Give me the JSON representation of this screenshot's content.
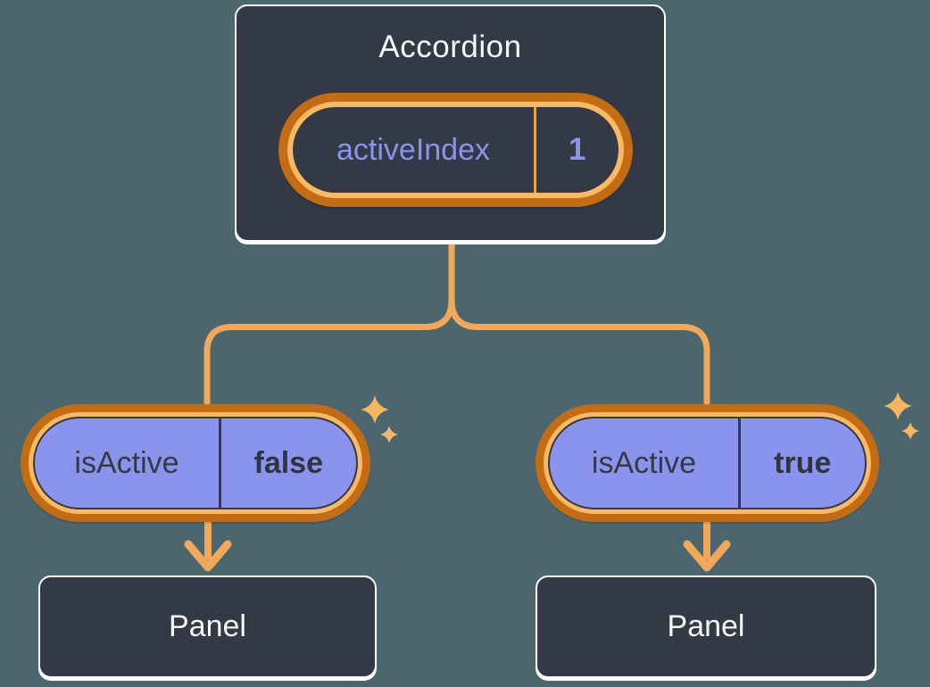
{
  "diagram": {
    "root": {
      "title": "Accordion",
      "state": {
        "name": "activeIndex",
        "value": "1"
      }
    },
    "branches": [
      {
        "prop": {
          "name": "isActive",
          "value": "false"
        },
        "child": {
          "title": "Panel"
        }
      },
      {
        "prop": {
          "name": "isActive",
          "value": "true"
        },
        "child": {
          "title": "Panel"
        }
      }
    ],
    "colors": {
      "background": "#4B666D",
      "card_fill": "#333945",
      "card_border": "#FFFFFF",
      "pill_fill_purple": "#8A94EC",
      "ring_outer_orange": "#C46C14",
      "ring_inner_orange": "#FBB964",
      "connector_orange": "#F2A85A",
      "sparkle_gold": "#F6B561",
      "text_light": "#F6F7F9",
      "text_dark": "#333945",
      "text_purple": "#8A94EC"
    }
  }
}
